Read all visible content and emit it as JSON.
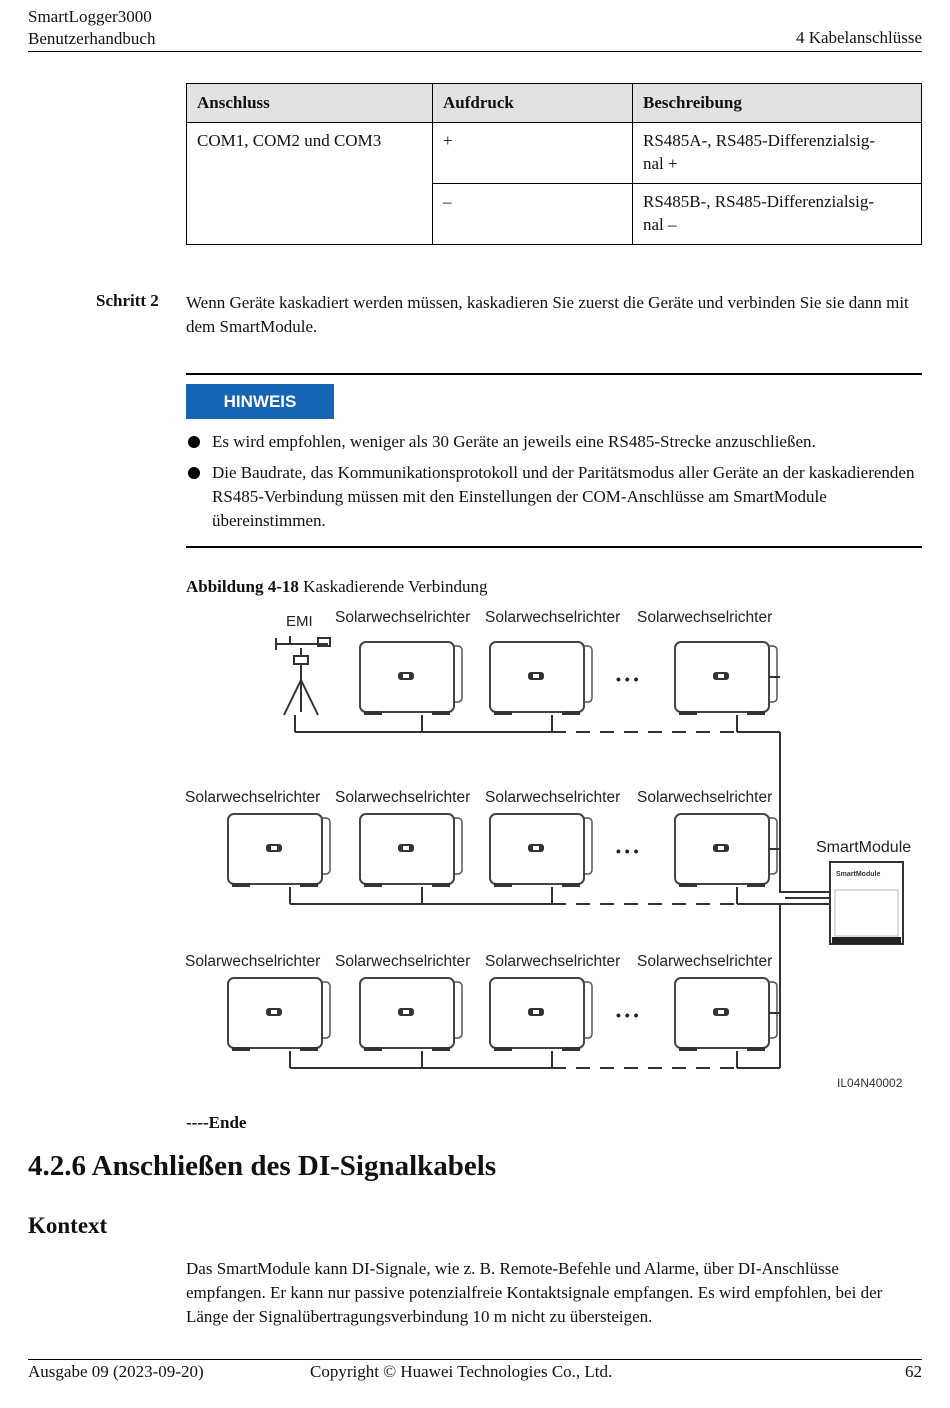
{
  "header": {
    "product": "SmartLogger3000",
    "doc_type": "Benutzerhandbuch",
    "chapter": "4 Kabelanschlüsse"
  },
  "table": {
    "headers": [
      "Anschluss",
      "Aufdruck",
      "Beschreibung"
    ],
    "port": "COM1, COM2 und COM3",
    "rows": [
      {
        "mark": "+",
        "desc": "RS485A-, RS485-Differenzialsig-\nnal +"
      },
      {
        "mark": "–",
        "desc": "RS485B-, RS485-Differenzialsig-\nnal –"
      }
    ]
  },
  "step2": {
    "label": "Schritt 2",
    "text": "Wenn Geräte kaskadiert werden müssen, kaskadieren Sie zuerst die Geräte und verbinden Sie sie dann mit dem SmartModule."
  },
  "note": {
    "badge": "HINWEIS",
    "items": [
      "Es wird empfohlen, weniger als 30 Geräte an jeweils eine RS485-Strecke anzuschließen.",
      "Die Baudrate, das Kommunikationsprotokoll und der Paritätsmodus aller Geräte an der kaskadierenden RS485-Verbindung müssen mit den Einstellungen der COM-Anschlüsse am SmartModule übereinstimmen."
    ]
  },
  "figure": {
    "caption_number": "Abbildung 4-18",
    "caption_text": " Kaskadierende Verbindung",
    "emi_label": "EMI",
    "inverter_label": "Solarwechselrichter",
    "module_label": "SmartModule",
    "module_face_label": "SmartModule",
    "ellipsis": "• • •",
    "figure_id": "IL04N40002"
  },
  "ende": "----Ende",
  "section": {
    "title": "4.2.6 Anschließen des DI-Signalkabels",
    "subheading": "Kontext",
    "paragraph": "Das SmartModule kann DI-Signale, wie z. B. Remote-Befehle und Alarme, über DI-Anschlüsse empfangen. Er kann nur passive potenzialfreie Kontaktsignale empfangen. Es wird empfohlen, bei der Länge der Signalübertragungsverbindung 10 m nicht zu übersteigen."
  },
  "footer": {
    "edition": "Ausgabe 09 (2023-09-20)",
    "copyright": "Copyright © Huawei Technologies Co., Ltd.",
    "page": "62"
  }
}
